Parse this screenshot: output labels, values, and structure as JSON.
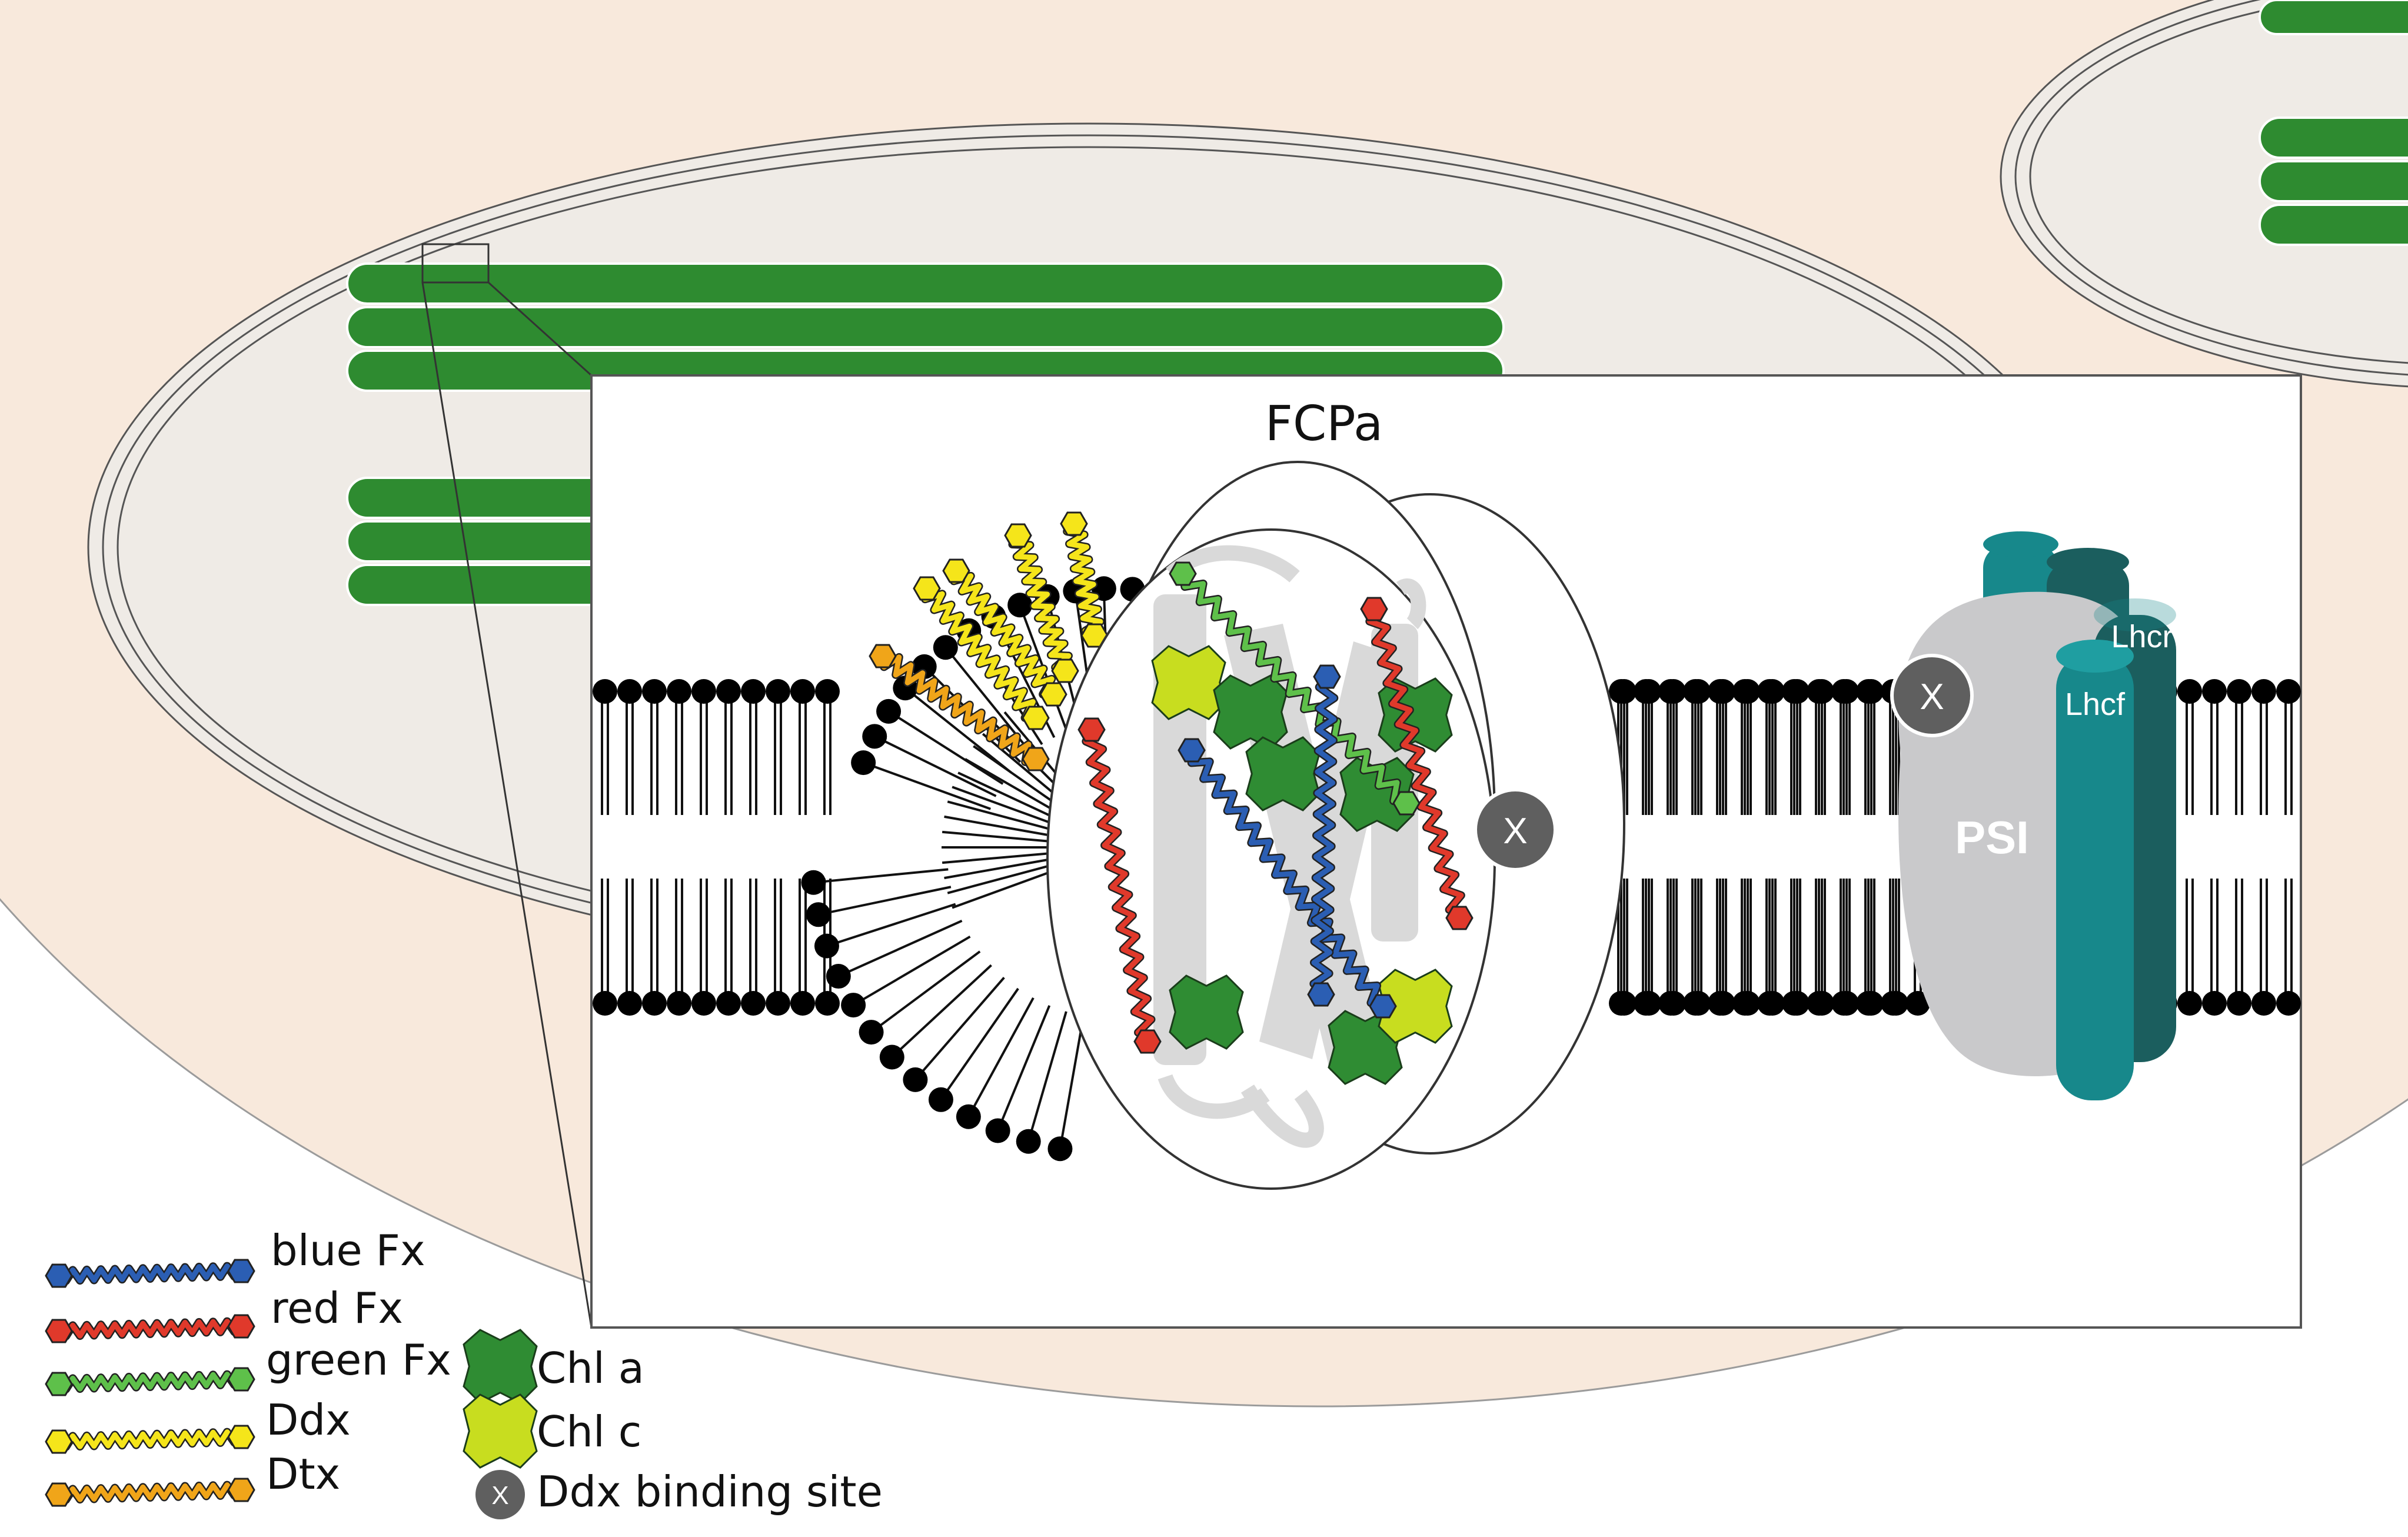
{
  "diagram": {
    "panel_title": "FCPa",
    "binding_marker": "X",
    "psi_complex": {
      "core_label": "PSI",
      "antenna_labels": [
        "Lhcr",
        "Lhcf"
      ]
    }
  },
  "legend": {
    "carotenoids": [
      {
        "label": "blue Fx",
        "color": "#2b5eb3"
      },
      {
        "label": "red Fx",
        "color": "#e0392b"
      },
      {
        "label": "green Fx",
        "color": "#5ec04a"
      },
      {
        "label": "Ddx",
        "color": "#f5e51a"
      },
      {
        "label": "Dtx",
        "color": "#f0a519"
      }
    ],
    "pigments": [
      {
        "label": "Chl a",
        "color": "#2f8c33"
      },
      {
        "label": "Chl c",
        "color": "#c8dd1f"
      }
    ],
    "site": {
      "label": "Ddx binding site",
      "marker": "X",
      "color": "#5f5f5f"
    }
  },
  "colors": {
    "cell_background": "#f8e9dc",
    "chloroplast": "#efebe6",
    "thylakoid": "#2e8b30",
    "psi_gray": "#c9c9cb",
    "lhcr": "#1b5e5e",
    "lhcf": "#17888b"
  }
}
